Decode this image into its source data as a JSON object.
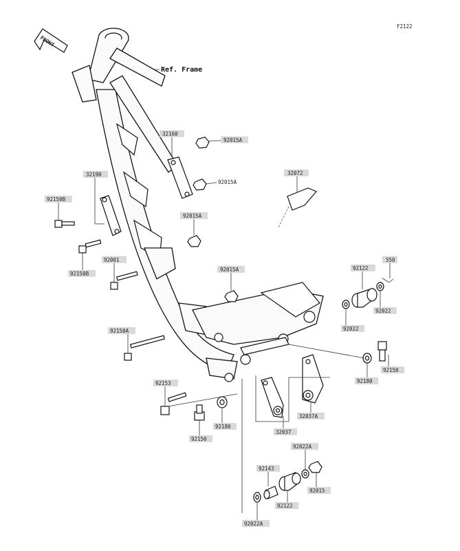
{
  "figure_code": "F2122",
  "direction_label": "FRONT",
  "ref_label": "Ref. Frame",
  "parts": {
    "p32160": "32160",
    "p92015A_1": "92015A",
    "p92015A_2": "92015A",
    "p92015A_3": "92015A",
    "p32072": "32072",
    "p32190": "32190",
    "p92150B_1": "92150B",
    "p92015A_4": "92015A",
    "p92150B_2": "92150B",
    "p92001": "92001",
    "p550": "550",
    "p92122_1": "92122",
    "p92022_1": "92022",
    "p92022_2": "92022",
    "p92150A": "92150A",
    "p92150_1": "92150",
    "p92180_1": "92180",
    "p92153": "92153",
    "p32037A": "32037A",
    "p92150_2": "92150",
    "p92180_2": "92180",
    "p32037": "32037",
    "p92022A_1": "92022A",
    "p92143": "92143",
    "p92015": "92015",
    "p92122_2": "92122",
    "p92022A_2": "92022A"
  }
}
